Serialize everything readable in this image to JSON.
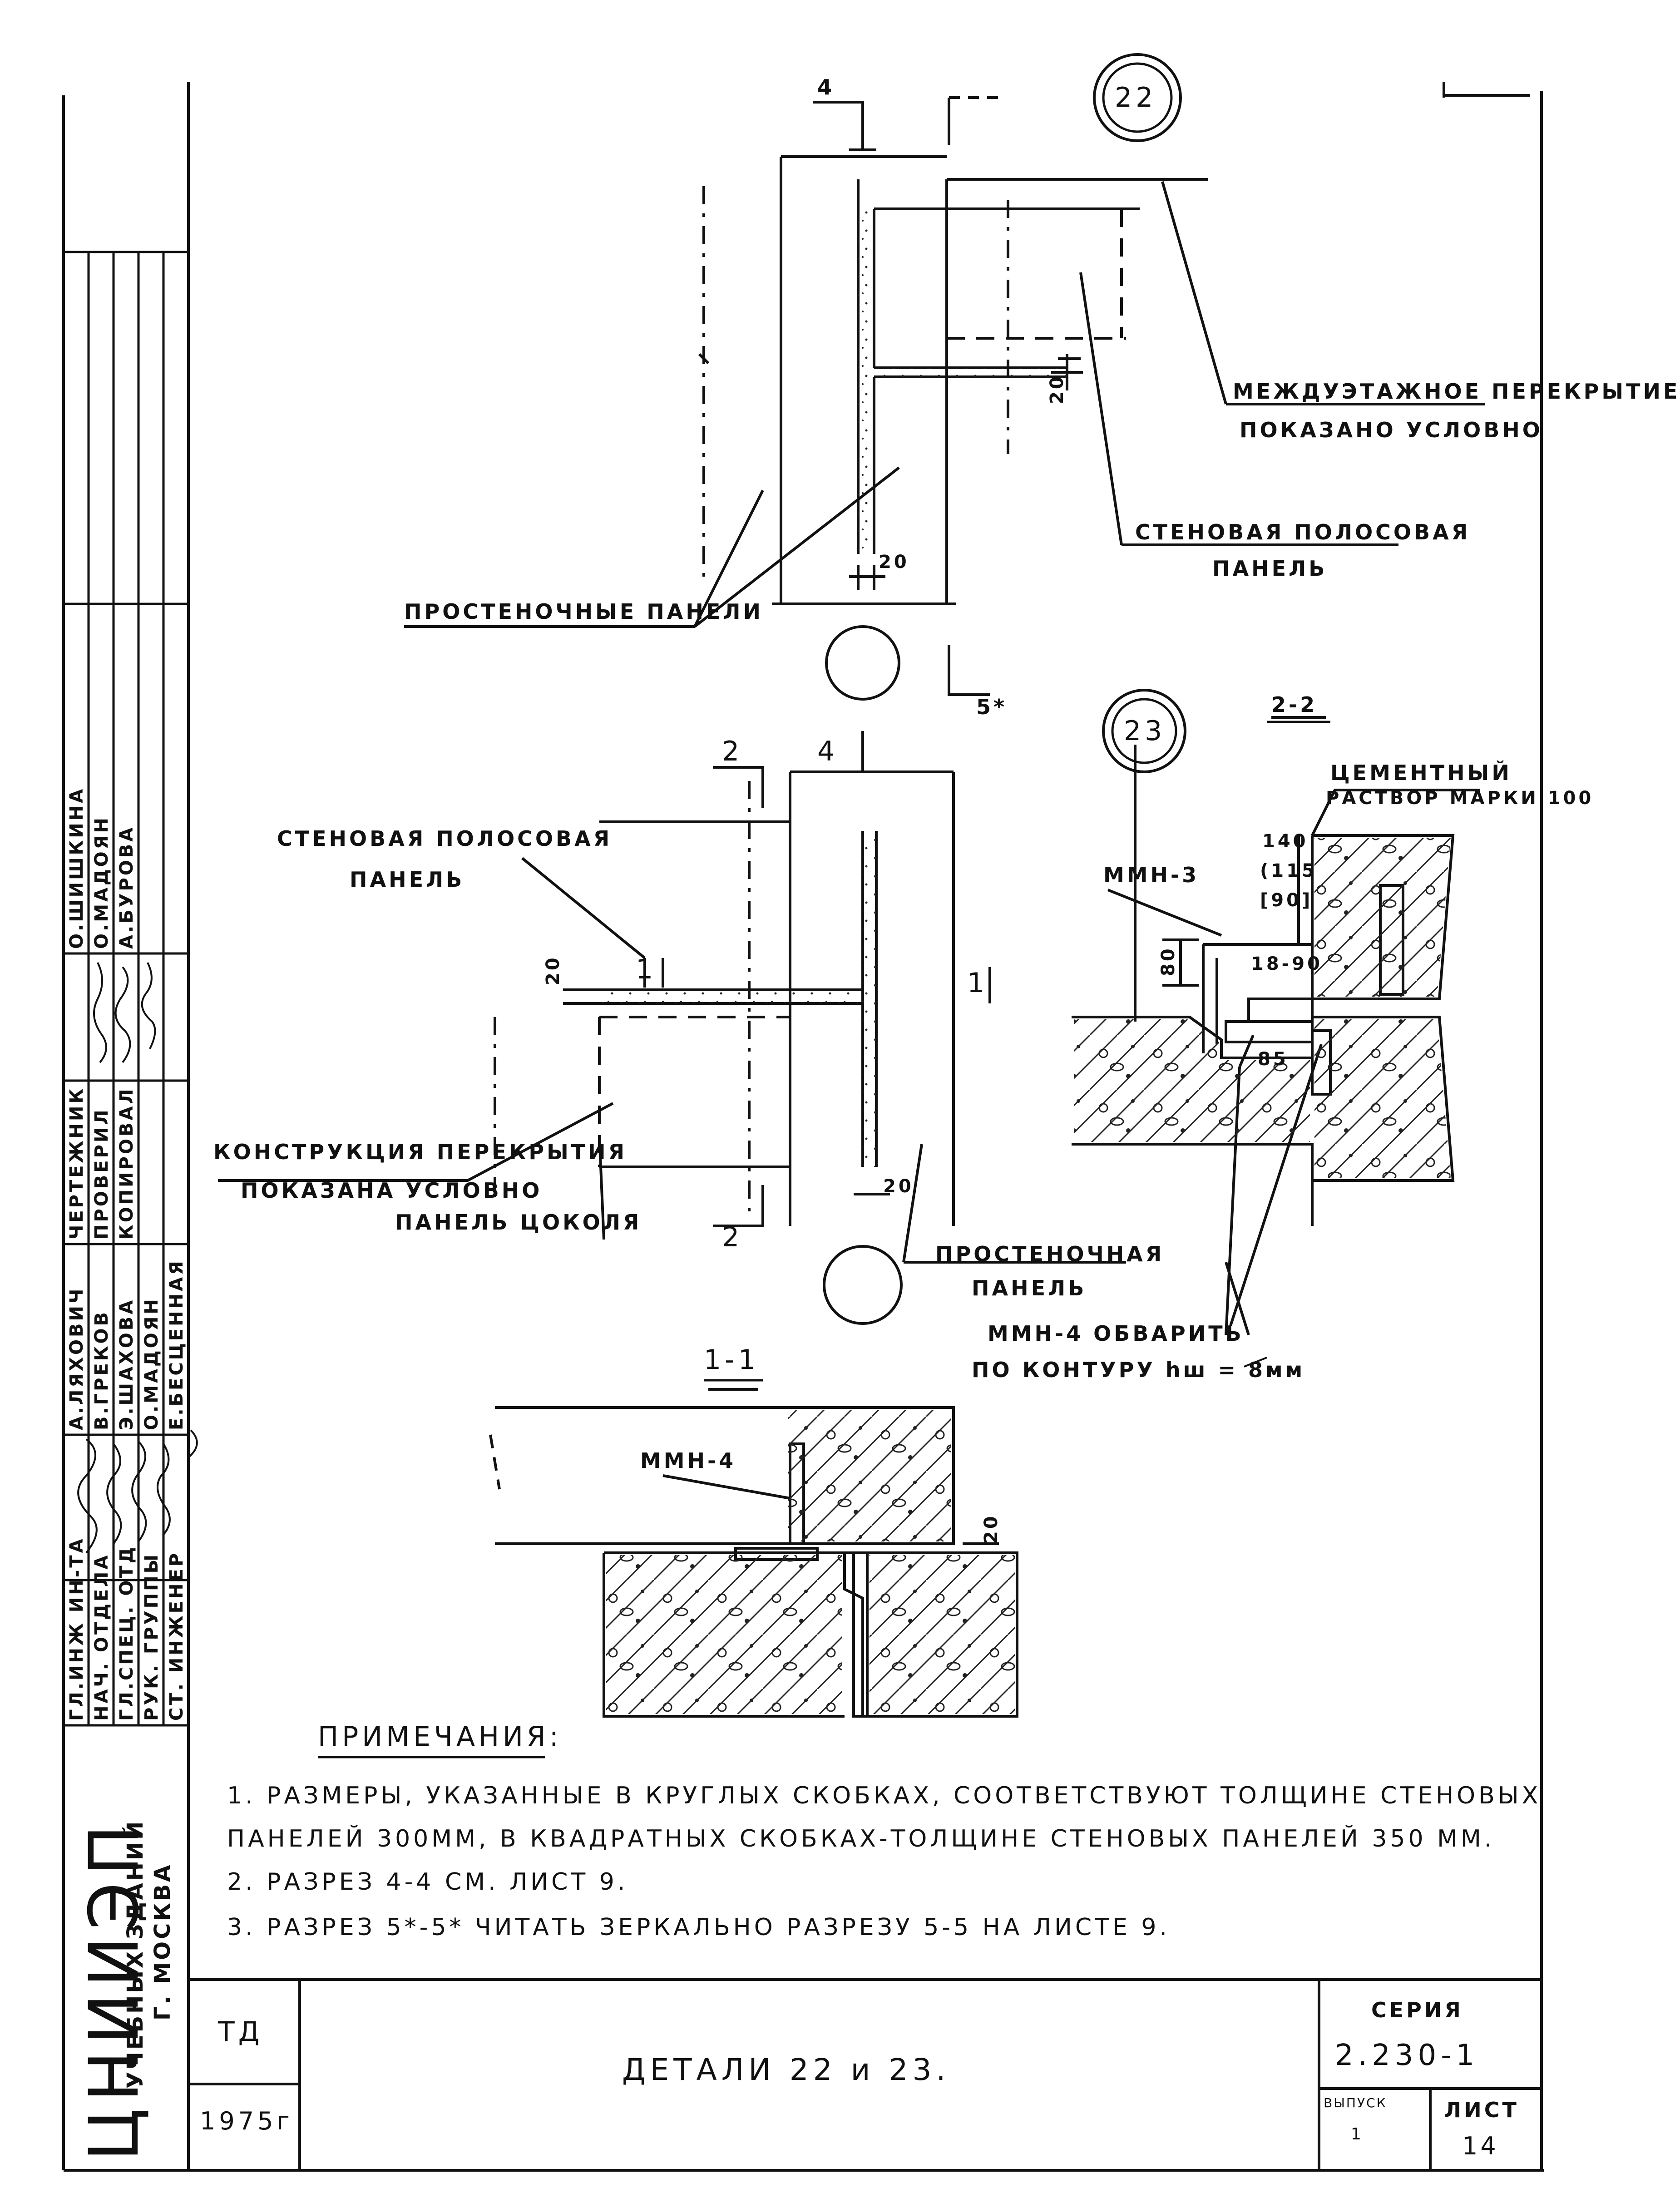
{
  "markers": {
    "detail_22": "22",
    "detail_23": "23",
    "cut_4_top": "4",
    "cut_4_mid": "4",
    "cut_5": "5*",
    "cut_2_top": "2",
    "cut_2_bottom": "2",
    "cut_1_left": "1",
    "cut_1_right": "1"
  },
  "section_titles": {
    "s22": "2-2",
    "s11": "1-1"
  },
  "labels": {
    "floor_slab_1": "МЕЖДУЭТАЖНОЕ ПЕРЕКРЫТИЕ",
    "floor_slab_2": "ПОКАЗАНО УСЛОВНО",
    "strip_panel_top_1": "СТЕНОВАЯ ПОЛОСОВАЯ",
    "strip_panel_top_2": "ПАНЕЛЬ",
    "pier_panels": "ПРОСТЕНОЧНЫЕ ПАНЕЛИ",
    "strip_panel_mid_1": "СТЕНОВАЯ ПОЛОСОВАЯ",
    "strip_panel_mid_2": "ПАНЕЛЬ",
    "slab_structure_1": "КОНСТРУКЦИЯ ПЕРЕКРЫТИЯ",
    "slab_structure_2": "ПОКАЗАНА УСЛОВНО",
    "plinth_panel": "ПАНЕЛЬ ЦОКОЛЯ",
    "pier_panel_1": "ПРОСТЕНОЧНАЯ",
    "pier_panel_2": "ПАНЕЛЬ",
    "mortar_1": "ЦЕМЕНТНЫЙ",
    "mortar_2": "РАСТВОР МАРКИ 100",
    "mmn3": "ММН-3",
    "mmn4_weld_1": "ММН-4 ОБВАРИТЬ",
    "mmn4_weld_2": "ПО КОНТУРУ hш = 8мм",
    "mmn4": "ММН-4"
  },
  "dims": {
    "d20_a": "20",
    "d20_b": "20",
    "d20_c": "20",
    "d20_d": "20",
    "d20_e": "20",
    "d140": "140",
    "d115": "(115",
    "d90": "[90]",
    "d80": "80",
    "d18_90": "18-90",
    "d85": "85"
  },
  "notes": {
    "heading": "ПРИМЕЧАНИЯ:",
    "n1a": "1. РАЗМЕРЫ, УКАЗАННЫЕ В КРУГЛЫХ СКОБКАХ, СООТВЕТСТВУЮТ ТОЛЩИНЕ СТЕНОВЫХ",
    "n1b": "ПАНЕЛЕЙ 300ММ, В КВАДРАТНЫХ СКОБКАХ-ТОЛЩИНЕ СТЕНОВЫХ ПАНЕЛЕЙ   350 ММ.",
    "n2": "2. РАЗРЕЗ 4-4 СМ. ЛИСТ 9.",
    "n3": "3. РАЗРЕЗ 5*-5* ЧИТАТЬ ЗЕРКАЛЬНО РАЗРЕЗУ 5-5 НА ЛИСТЕ 9."
  },
  "title_block": {
    "td": "ТД",
    "year": "1975г",
    "title": "ДЕТАЛИ 22 и 23.",
    "series_label": "СЕРИЯ",
    "series": "2.230-1",
    "issue_label": "ВЫПУСК",
    "issue": "1",
    "sheet_label": "ЛИСТ",
    "sheet": "14"
  },
  "side_stamp": {
    "org": "ЦНИИЭП",
    "org_sub_1": "УЧЕБНЫХ ЗДАНИЙ",
    "org_sub_2": "Г. МОСКВА",
    "roles": [
      "ГЛ.ИНЖ ИН-ТА",
      "НАЧ. ОТДЕЛА",
      "ГЛ.СПЕЦ. ОТД",
      "РУК. ГРУППЫ",
      "СТ. ИНЖЕНЕР"
    ],
    "names": [
      "А.ЛЯХОВИЧ",
      "В.ГРЕКОВ",
      "Э.ШАХОВА",
      "О.МАДОЯН",
      "Е.БЕСЦЕННАЯ"
    ],
    "roles2": [
      "ЧЕРТЕЖНИК",
      "ПРОВЕРИЛ",
      "КОПИРОВАЛ"
    ],
    "names2": [
      "О.ШИШКИНА",
      "О.МАДОЯН",
      "А.БУРОВА"
    ]
  }
}
